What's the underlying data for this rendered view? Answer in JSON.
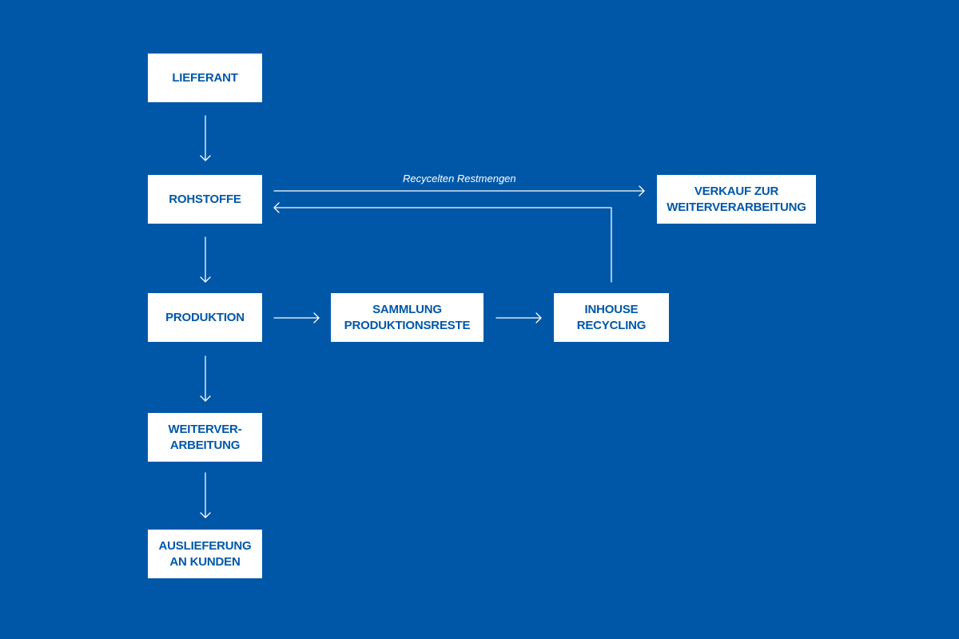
{
  "colors": {
    "background": "#0057a8",
    "box_fill": "#ffffff",
    "box_text": "#0057a8",
    "connector": "#ffffff"
  },
  "nodes": {
    "lieferant": {
      "lines": [
        "LIEFERANT"
      ]
    },
    "rohstoffe": {
      "lines": [
        "ROHSTOFFE"
      ]
    },
    "produktion": {
      "lines": [
        "PRODUKTION"
      ]
    },
    "weiterverarbeitung": {
      "lines": [
        "WEITERVER-",
        "ARBEITUNG"
      ]
    },
    "auslieferung": {
      "lines": [
        "AUSLIEFERUNG",
        "AN KUNDEN"
      ]
    },
    "sammlung": {
      "lines": [
        "SAMMLUNG",
        "PRODUKTIONSRESTE"
      ]
    },
    "inhouse": {
      "lines": [
        "INHOUSE",
        "RECYCLING"
      ]
    },
    "verkauf": {
      "lines": [
        "VERKAUF ZUR",
        "WEITERVERARBEITUNG"
      ]
    }
  },
  "edges": {
    "recycled_label": "Recycelten Restmengen"
  }
}
